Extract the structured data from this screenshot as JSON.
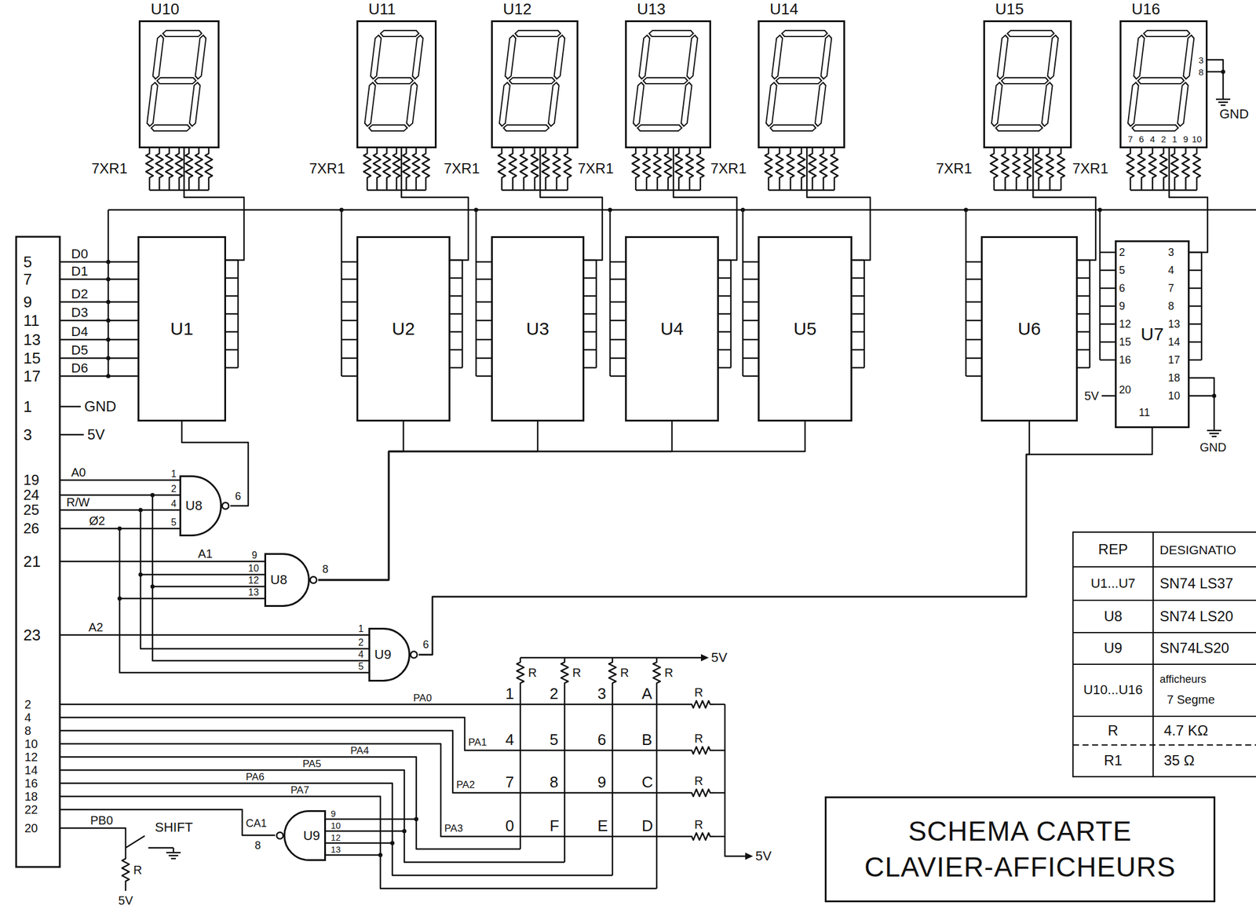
{
  "diagram": {
    "title": "SCHEMA CARTE CLAVIER-AFFICHEURS",
    "nodes": [
      {
        "text": [
          "U10"
        ]
      },
      {
        "text": [
          "U11"
        ]
      },
      {
        "text": [
          "U12"
        ]
      },
      {
        "text": [
          "U13"
        ]
      },
      {
        "text": [
          "U14"
        ]
      },
      {
        "text": [
          "U15"
        ]
      },
      {
        "text": [
          "U16"
        ]
      },
      {
        "text": [
          "U1"
        ]
      },
      {
        "text": [
          "U2"
        ]
      },
      {
        "text": [
          "U3"
        ]
      },
      {
        "text": [
          "U4"
        ]
      },
      {
        "text": [
          "U5"
        ]
      },
      {
        "text": [
          "U6"
        ]
      },
      {
        "text": [
          "U7"
        ]
      },
      {
        "text": [
          "U8"
        ]
      },
      {
        "text": [
          "U8"
        ]
      },
      {
        "text": [
          "U9"
        ]
      },
      {
        "text": [
          "U9"
        ]
      }
    ],
    "edges": [
      {
        "from": 7,
        "to": 0,
        "arrow": "none"
      },
      {
        "from": 8,
        "to": 1,
        "arrow": "none"
      },
      {
        "from": 9,
        "to": 2,
        "arrow": "none"
      },
      {
        "from": 10,
        "to": 3,
        "arrow": "none"
      },
      {
        "from": 11,
        "to": 4,
        "arrow": "none"
      },
      {
        "from": 12,
        "to": 5,
        "arrow": "none"
      },
      {
        "from": 13,
        "to": 6,
        "arrow": "none"
      },
      {
        "from": 14,
        "to": 7,
        "arrow": "none"
      },
      {
        "from": 15,
        "to": 8,
        "arrow": "none"
      },
      {
        "from": 15,
        "to": 9,
        "arrow": "none"
      },
      {
        "from": 15,
        "to": 10,
        "arrow": "none"
      },
      {
        "from": 15,
        "to": 11,
        "arrow": "none"
      },
      {
        "from": 16,
        "to": 12,
        "arrow": "none"
      },
      {
        "from": 16,
        "to": 13,
        "arrow": "none"
      }
    ],
    "labels": [
      "5",
      "7",
      "9",
      "11",
      "13",
      "15",
      "17",
      "D0",
      "D1",
      "D2",
      "D3",
      "D4",
      "D5",
      "D6",
      "1",
      "GND",
      "3",
      "5V",
      "19",
      "24",
      "25",
      "26",
      "A0",
      "R/W",
      "Ø2",
      "21",
      "A1",
      "23",
      "A2",
      "2",
      "4",
      "8",
      "10",
      "12",
      "14",
      "16",
      "18",
      "22",
      "20",
      "1",
      "2",
      "4",
      "5",
      "6",
      "9",
      "10",
      "12",
      "13",
      "8",
      "1",
      "2",
      "4",
      "5",
      "6",
      "9",
      "10",
      "12",
      "13",
      "8",
      "CA1",
      "PB0",
      "SHIFT",
      "R",
      "5V",
      "PA0",
      "PA1",
      "PA2",
      "PA3",
      "PA4",
      "PA5",
      "PA6",
      "PA7",
      "1",
      "2",
      "3",
      "A",
      "4",
      "5",
      "6",
      "B",
      "7",
      "8",
      "9",
      "C",
      "0",
      "F",
      "E",
      "D",
      "R",
      "R",
      "R",
      "R",
      "5V",
      "R",
      "R",
      "R",
      "R",
      "5V",
      "7XR1",
      "7XR1",
      "7XR1",
      "7XR1",
      "7XR1",
      "7XR1",
      "7XR1",
      "7",
      "6",
      "4",
      "2",
      "1",
      "9",
      "10",
      "3",
      "8",
      "GND",
      "2",
      "5",
      "6",
      "9",
      "12",
      "15",
      "16",
      "20",
      "3",
      "4",
      "7",
      "8",
      "13",
      "14",
      "17",
      "18",
      "10",
      "11",
      "5V",
      "GND",
      "REP",
      "DESIGNATIO",
      "U1...U7",
      "SN74 LS37",
      "U8",
      "SN74 LS20",
      "U9",
      "SN74LS20",
      "U10...U16",
      "afficheurs",
      "7 Segme",
      "R",
      "4.7 KΩ",
      "R1",
      "35 Ω"
    ]
  }
}
